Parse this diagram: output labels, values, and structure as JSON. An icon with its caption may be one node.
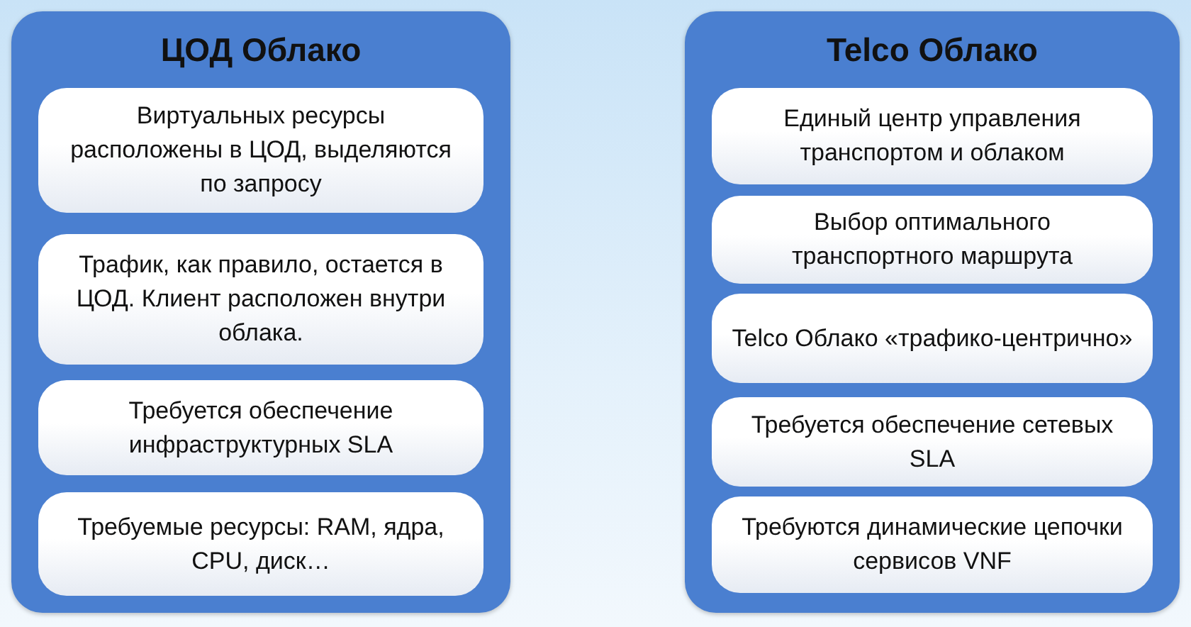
{
  "diagram": {
    "nodes": [
      {
        "text": [
          "ЦОД Облако"
        ]
      },
      {
        "text": [
          "Виртуальных ресурсы расположены в ЦОД, выделяются по запросу"
        ],
        "in": 0
      },
      {
        "text": [
          "Трафик, как правило, остается в ЦОД. Клиент расположен внутри облака."
        ],
        "in": 0
      },
      {
        "text": [
          "Требуется обеспечение инфраструктурных SLA"
        ],
        "in": 0
      },
      {
        "text": [
          "Требуемые ресурсы: RAM, ядра, CPU, диск…"
        ],
        "in": 0
      },
      {
        "text": [
          "Telco Облако"
        ]
      },
      {
        "text": [
          "Единый центр управления транспортом и облаком"
        ],
        "in": 5
      },
      {
        "text": [
          "Выбор оптимального транспортного маршрута"
        ],
        "in": 5
      },
      {
        "text": [
          "Telco Облако «трафико-центрично»"
        ],
        "in": 5
      },
      {
        "text": [
          "Требуется обеспечение сетевых SLA"
        ],
        "in": 5
      },
      {
        "text": [
          "Требуются динамические цепочки сервисов VNF"
        ],
        "in": 5
      }
    ]
  }
}
